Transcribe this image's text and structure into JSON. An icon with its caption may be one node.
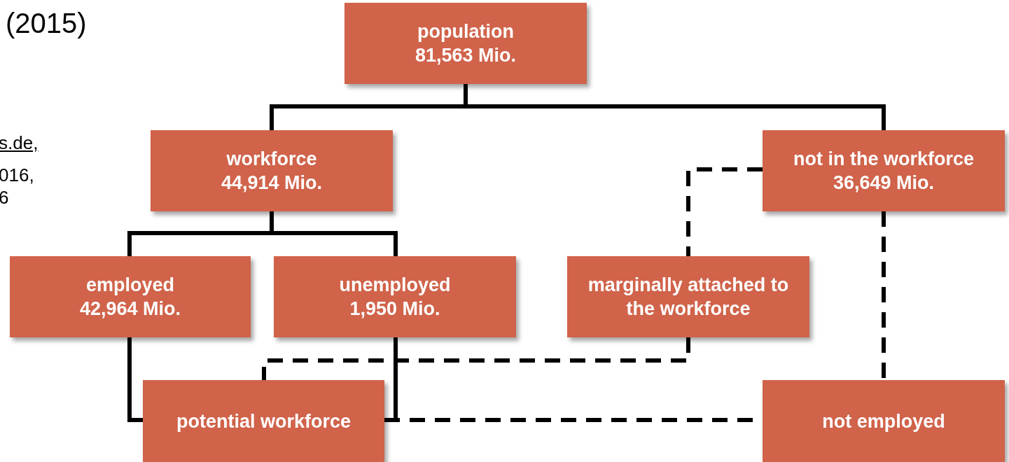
{
  "diagram": {
    "nodes": [
      {
        "text": [
          "population",
          "81,563 Mio."
        ]
      },
      {
        "text": [
          "workforce",
          "44,914 Mio."
        ]
      },
      {
        "text": [
          "not in the workforce",
          "36,649 Mio."
        ]
      },
      {
        "text": [
          "employed",
          "42,964 Mio."
        ]
      },
      {
        "text": [
          "unemployed",
          "1,950 Mio."
        ]
      },
      {
        "text": [
          "marginally attached to the workforce"
        ]
      },
      {
        "text": [
          "potential workforce"
        ]
      },
      {
        "text": [
          "not employed"
        ]
      }
    ],
    "edges": [
      {
        "from": 0,
        "to": 1,
        "arrow": "none"
      },
      {
        "from": 0,
        "to": 2,
        "arrow": "none"
      },
      {
        "from": 1,
        "to": 3,
        "arrow": "none"
      },
      {
        "from": 1,
        "to": 4,
        "arrow": "none"
      },
      {
        "from": 3,
        "to": 6,
        "arrow": "none"
      },
      {
        "from": 4,
        "to": 6,
        "arrow": "none"
      },
      {
        "from": 6,
        "to": 7,
        "arrow": "none",
        "style": "dashed"
      },
      {
        "from": 2,
        "to": 7,
        "arrow": "none",
        "style": "dashed"
      },
      {
        "from": 2,
        "to": 5,
        "arrow": "none",
        "style": "dashed"
      },
      {
        "from": 5,
        "to": 6,
        "arrow": "none",
        "style": "dashed"
      }
    ],
    "labels": [
      "(2015)",
      "s.de,",
      "016,",
      "6"
    ]
  }
}
